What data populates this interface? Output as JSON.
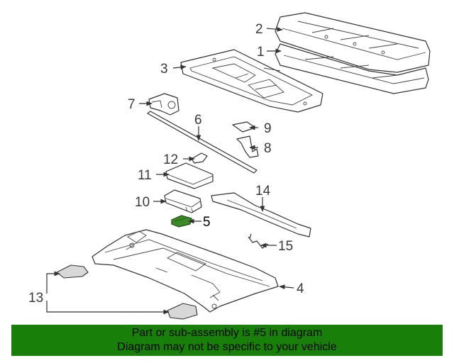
{
  "diagram": {
    "callouts": [
      "1",
      "2",
      "3",
      "4",
      "5",
      "6",
      "7",
      "8",
      "9",
      "10",
      "11",
      "12",
      "13",
      "14",
      "15"
    ],
    "highlighted_part": "5",
    "highlight_color": "#3c8a28"
  },
  "banner": {
    "line1": "Part or sub-assembly is #5 in diagram",
    "line2": "Diagram may not be specific to your vehicle",
    "background": "#188008"
  }
}
